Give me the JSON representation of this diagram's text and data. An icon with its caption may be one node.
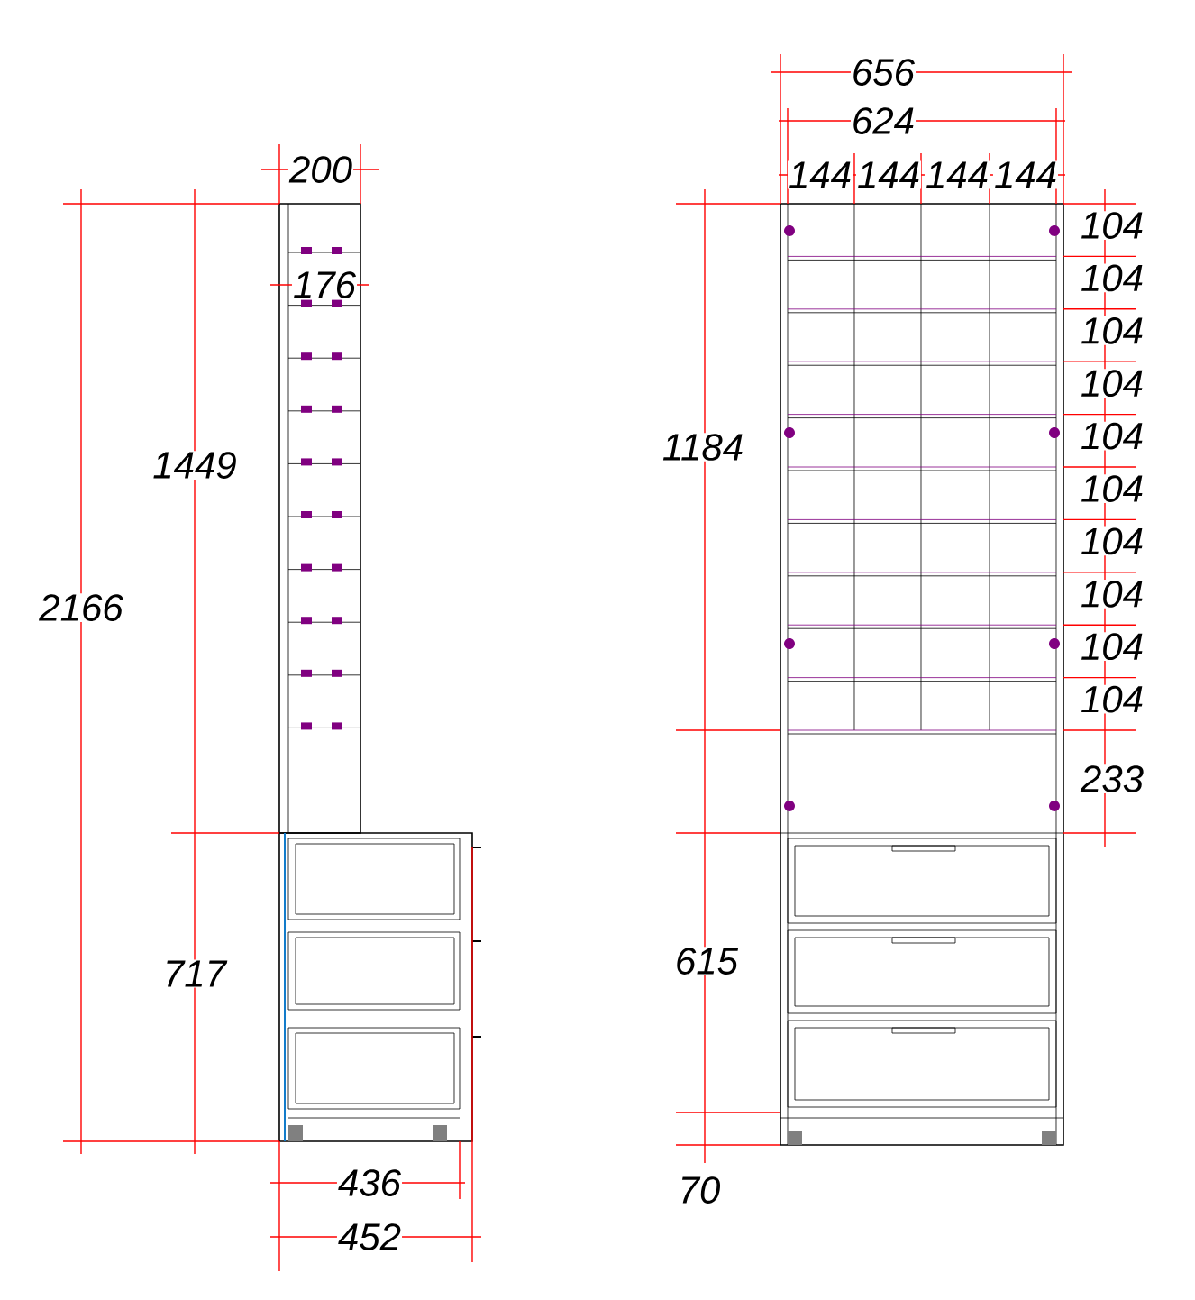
{
  "diagram": {
    "labels": [
      "656",
      "624",
      "200",
      "144",
      "144",
      "144",
      "144",
      "104",
      "104",
      "104",
      "104",
      "104",
      "104",
      "104",
      "104",
      "104",
      "104",
      "176",
      "1449",
      "1184",
      "2166",
      "233",
      "717",
      "615",
      "436",
      "70",
      "452"
    ]
  }
}
